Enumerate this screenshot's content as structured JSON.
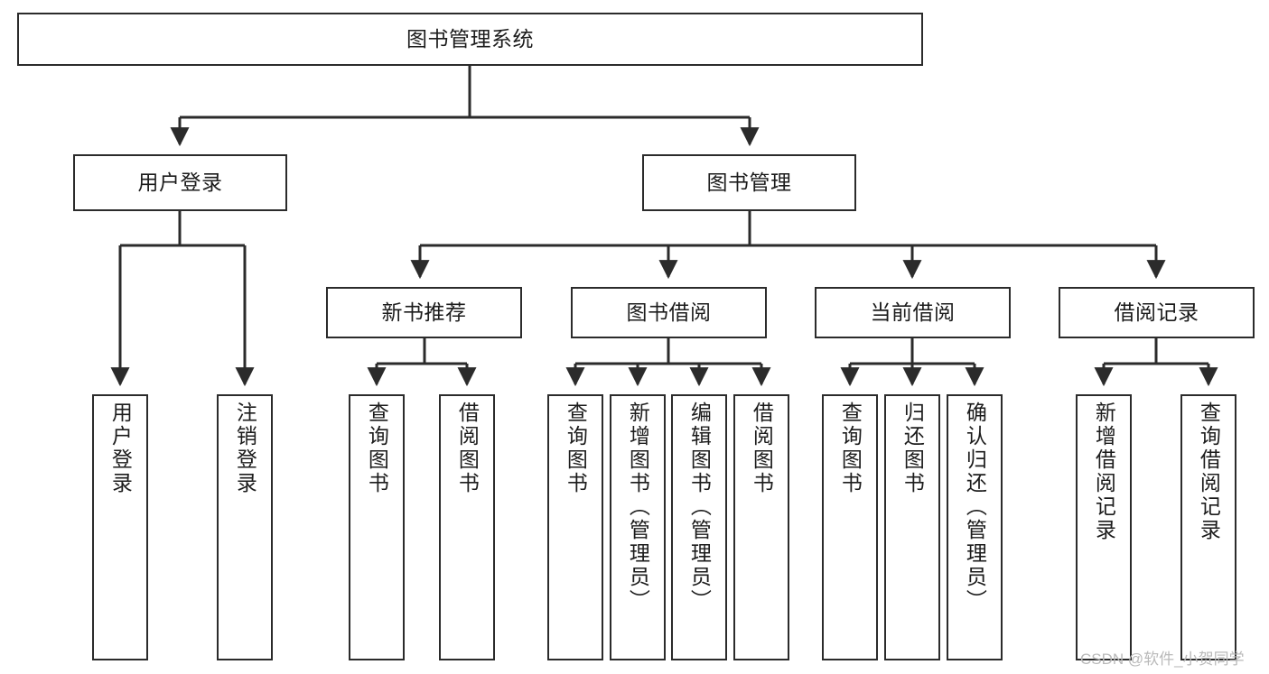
{
  "diagram": {
    "title": "图书管理系统",
    "type": "tree-hierarchy",
    "watermark": "CSDN @软件_小贺同学",
    "colors": {
      "border": "#2b2b2b",
      "background": "#ffffff",
      "text": "#1c1c1c",
      "edge": "#2b2b2b",
      "watermark": "#b9b9b9"
    }
  },
  "nodes": {
    "root": {
      "label": "图书管理系统"
    },
    "level2": [
      {
        "id": "user-login",
        "label": "用户登录"
      },
      {
        "id": "book-management",
        "label": "图书管理"
      }
    ],
    "level3": [
      {
        "id": "new-book-recommend",
        "label": "新书推荐"
      },
      {
        "id": "book-borrow",
        "label": "图书借阅"
      },
      {
        "id": "current-borrow",
        "label": "当前借阅"
      },
      {
        "id": "borrow-record",
        "label": "借阅记录"
      }
    ],
    "leaves": {
      "user-login": [
        {
          "id": "leaf-user-login",
          "label": "用户登录"
        },
        {
          "id": "leaf-user-logout",
          "label": "注销登录"
        }
      ],
      "new-book-recommend": [
        {
          "id": "leaf-query-book-1",
          "label": "查询图书"
        },
        {
          "id": "leaf-borrow-book-1",
          "label": "借阅图书"
        }
      ],
      "book-borrow": [
        {
          "id": "leaf-query-book-2",
          "label": "查询图书"
        },
        {
          "id": "leaf-add-book",
          "label": "新增图书（管理员）"
        },
        {
          "id": "leaf-edit-book",
          "label": "编辑图书（管理员）"
        },
        {
          "id": "leaf-borrow-book-2",
          "label": "借阅图书"
        }
      ],
      "current-borrow": [
        {
          "id": "leaf-query-book-3",
          "label": "查询图书"
        },
        {
          "id": "leaf-return-book",
          "label": "归还图书"
        },
        {
          "id": "leaf-confirm-return",
          "label": "确认归还（管理员）"
        }
      ],
      "borrow-record": [
        {
          "id": "leaf-add-record",
          "label": "新增借阅记录"
        },
        {
          "id": "leaf-query-record",
          "label": "查询借阅记录"
        }
      ]
    }
  }
}
